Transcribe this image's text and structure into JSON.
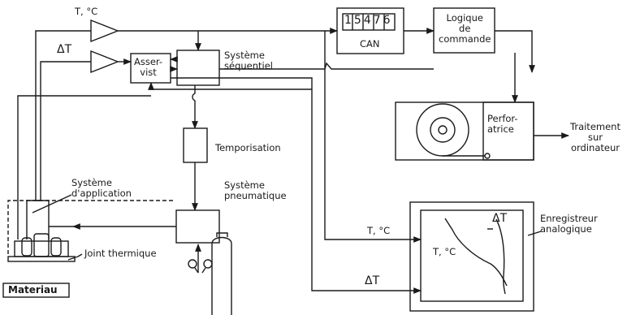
{
  "labels": {
    "t_celsius_top": "T, °C",
    "delta_t_left": "ΔT",
    "asservist": "Asser-\nvist",
    "systeme_sequentiel": "Système\nséquentiel",
    "can_digits": "15476",
    "can": "CAN",
    "logique": "Logique\nde\ncommande",
    "perforatrice": "Perfor-\natrice",
    "traitement": "Traitement\nsur\nordinateur",
    "temporisation": "Temporisation",
    "systeme_pneumatique": "Système\npneumatique",
    "systeme_application": "Système\nd'application",
    "joint_thermique": "Joint thermique",
    "materiau": "Materiau",
    "t_celsius_right": "T, °C",
    "delta_t_right": "ΔT",
    "enregistreur": "Enregistreur\nanalogique",
    "chart_t": "T, °C",
    "chart_dt": "ΔT"
  }
}
